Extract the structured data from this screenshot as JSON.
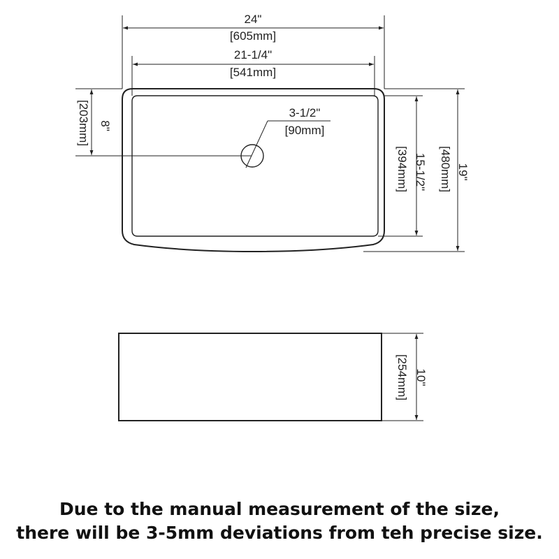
{
  "top_view": {
    "overall_width": {
      "in": "24\"",
      "mm": "[605mm]"
    },
    "inner_width": {
      "in": "21-1/4\"",
      "mm": "[541mm]"
    },
    "drain_offset": {
      "in": "8\"",
      "mm": "[203mm]"
    },
    "drain_diameter": {
      "in": "3-1/2\"",
      "mm": "[90mm]"
    },
    "inner_depth": {
      "in": "15-1/2\"",
      "mm": "[394mm]"
    },
    "overall_depth": {
      "in": "19\"",
      "mm": "[480mm]"
    }
  },
  "front_view": {
    "height": {
      "in": "10\"",
      "mm": "[254mm]"
    }
  },
  "note": {
    "line1": "Due to the manual measurement of the size,",
    "line2": "there will be 3-5mm deviations from teh precise size."
  }
}
